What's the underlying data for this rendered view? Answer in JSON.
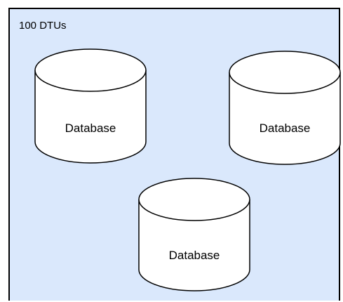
{
  "pool": {
    "label": "100 DTUs",
    "fill": "#dae8fc",
    "stroke": "#000000"
  },
  "databases": [
    {
      "label": "Database"
    },
    {
      "label": "Database"
    },
    {
      "label": "Database"
    }
  ]
}
